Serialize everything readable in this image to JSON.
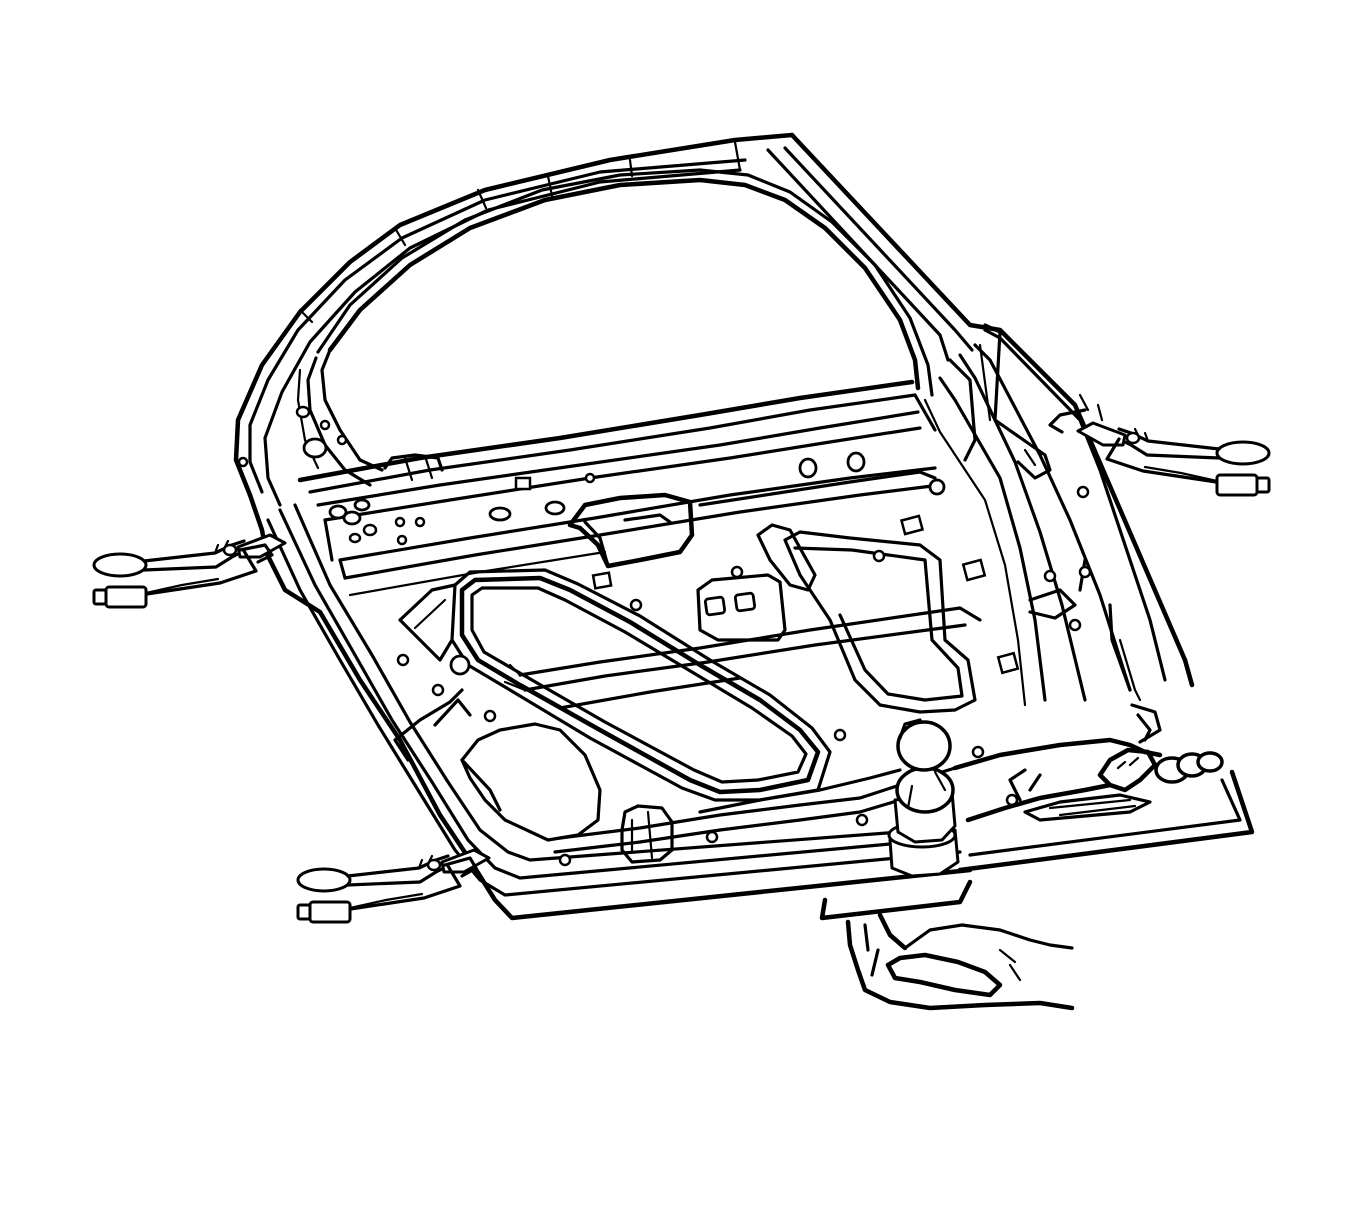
{
  "figure": {
    "subject": "rear-door-frame-with-locking-pliers-and-dolly",
    "components": [
      "door-outer-frame",
      "window-opening",
      "belt-reinforcement",
      "inner-panel",
      "locking-pliers-right",
      "locking-pliers-left-upper",
      "locking-pliers-left-lower",
      "dolly-tool",
      "technician-hand-lower",
      "technician-hand-right"
    ]
  },
  "colors": {
    "line": "#000000",
    "background": "#ffffff"
  }
}
